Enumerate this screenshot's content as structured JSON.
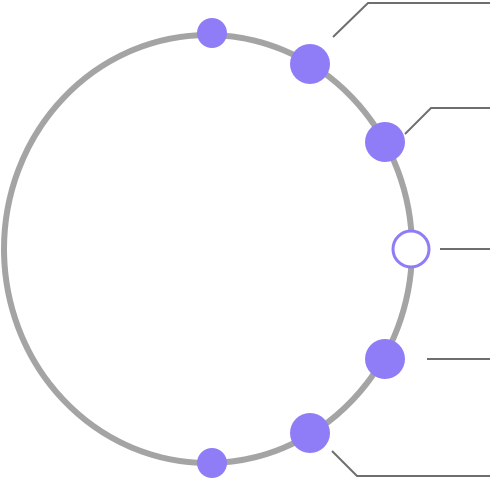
{
  "colors": {
    "ring": "#a4a4a4",
    "node": "#8f7cf7",
    "node_hollow_fill": "#ffffff",
    "connector": "#6e6e6e"
  },
  "ring": {
    "shape": "circle-arc"
  },
  "nodes": [
    {
      "id": "node-top",
      "style": "small-filled"
    },
    {
      "id": "node-upper-1",
      "style": "large-filled",
      "connector": "connector-1"
    },
    {
      "id": "node-upper-2",
      "style": "large-filled",
      "connector": "connector-2"
    },
    {
      "id": "node-middle",
      "style": "hollow",
      "connector": "connector-3"
    },
    {
      "id": "node-lower-1",
      "style": "large-filled",
      "connector": "connector-4"
    },
    {
      "id": "node-lower-2",
      "style": "large-filled",
      "connector": "connector-5"
    },
    {
      "id": "node-bottom",
      "style": "small-filled"
    }
  ],
  "connectors": [
    {
      "id": "connector-1",
      "kind": "elbow"
    },
    {
      "id": "connector-2",
      "kind": "elbow"
    },
    {
      "id": "connector-3",
      "kind": "straight"
    },
    {
      "id": "connector-4",
      "kind": "straight"
    },
    {
      "id": "connector-5",
      "kind": "elbow"
    }
  ]
}
